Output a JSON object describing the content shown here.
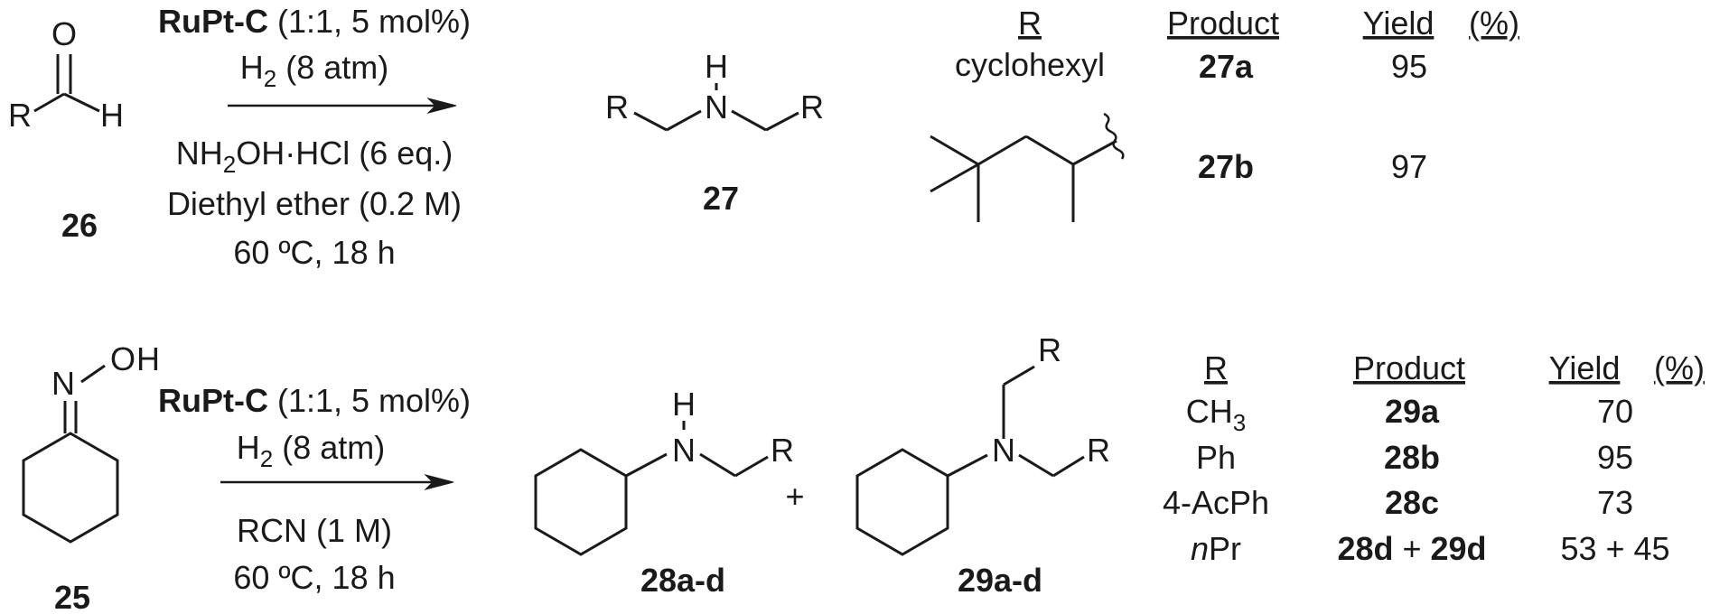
{
  "top": {
    "aldehyde": {
      "atom_o": "O",
      "atom_h": "H",
      "group_r": "R",
      "label": "26"
    },
    "conditions": {
      "line1_bold": "RuPt-C",
      "line1_rest": " (1:1, 5 mol%)",
      "line2_h": "H",
      "line2_sub": "2",
      "line2_rest": " (8 atm)",
      "line3_a": "NH",
      "line3_sub": "2",
      "line3_b": "OH·HCl (6 eq.)",
      "line4": "Diethyl ether (0.2 M)",
      "line5": "60 ºC, 18 h"
    },
    "product": {
      "atom_h": "H",
      "atom_n": "N",
      "group_r_left": "R",
      "group_r_right": "R",
      "label": "27"
    },
    "table": {
      "header_r": "R",
      "header_product": "Product",
      "header_yield": "Yield",
      "header_pct": "(%)",
      "rows": [
        {
          "r": "cyclohexyl",
          "product": "27a",
          "yield": "95"
        },
        {
          "r": "",
          "product": "27b",
          "yield": "97"
        }
      ]
    }
  },
  "bottom": {
    "oxime": {
      "atom_o": "O",
      "atom_h": "H",
      "atom_n": "N",
      "label": "25"
    },
    "conditions": {
      "line1_bold": "RuPt-C",
      "line1_rest": " (1:1, 5 mol%)",
      "line2_h": "H",
      "line2_sub": "2",
      "line2_rest": " (8 atm)",
      "line3": "RCN (1 M)",
      "line4": "60 ºC, 18 h"
    },
    "product_28": {
      "atom_h": "H",
      "atom_n": "N",
      "group_r": "R",
      "label": "28a-d"
    },
    "plus": "+",
    "product_29": {
      "atom_n": "N",
      "group_r_top": "R",
      "group_r_right": "R",
      "label": "29a-d"
    },
    "table": {
      "header_r": "R",
      "header_product": "Product",
      "header_yield": "Yield",
      "header_pct": "(%)",
      "rows": [
        {
          "r_main": "CH",
          "r_sub": "3",
          "product": "29a",
          "yield": "70"
        },
        {
          "r_main": "Ph",
          "r_sub": "",
          "product": "28b",
          "yield": "95"
        },
        {
          "r_main": "4-AcPh",
          "r_sub": "",
          "product": "28c",
          "yield": "73"
        }
      ],
      "last_row": {
        "r_italic": "n",
        "r_rest": "Pr",
        "product_a": "28d",
        "product_plus": " + ",
        "product_b": "29d",
        "yield": "53 + 45"
      }
    }
  }
}
